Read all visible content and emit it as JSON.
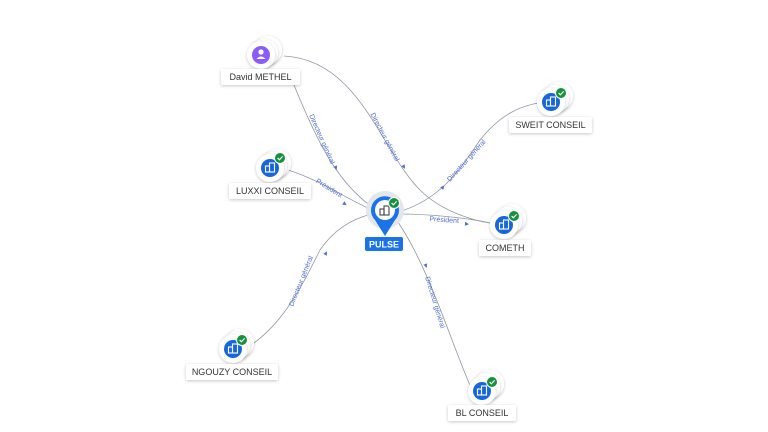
{
  "colors": {
    "edge": "#8f96a6",
    "edge_label": "#4f6ed1",
    "company_blue": "#1767d8",
    "person_purple": "#8b5cf6",
    "check_green": "#17923c",
    "center_blue": "#1a73e8"
  },
  "center": {
    "label": "PULSE",
    "icon": "building-icon",
    "badge": "check-icon"
  },
  "nodes": [
    {
      "id": "david",
      "label": "David METHEL",
      "kind": "person",
      "icon": "person-icon"
    },
    {
      "id": "luxxi",
      "label": "LUXXI CONSEIL",
      "kind": "company",
      "icon": "building-icon",
      "badge": "check-icon"
    },
    {
      "id": "ngouzy",
      "label": "NGOUZY CONSEIL",
      "kind": "company",
      "icon": "building-icon",
      "badge": "check-icon"
    },
    {
      "id": "sweit",
      "label": "SWEIT CONSEIL",
      "kind": "company",
      "icon": "building-icon",
      "badge": "check-icon"
    },
    {
      "id": "cometh",
      "label": "COMETH",
      "kind": "company",
      "icon": "building-icon",
      "badge": "check-icon"
    },
    {
      "id": "bl",
      "label": "BL CONSEIL",
      "kind": "company",
      "icon": "building-icon",
      "badge": "check-icon"
    }
  ],
  "edges": [
    {
      "from": "david",
      "to": "pulse",
      "label": "Directeur général"
    },
    {
      "from": "david",
      "to": "cometh",
      "label": "Directeur général"
    },
    {
      "from": "luxxi",
      "to": "pulse",
      "label": "Président"
    },
    {
      "from": "ngouzy",
      "to": "pulse",
      "label": "Directeur général"
    },
    {
      "from": "pulse",
      "to": "sweit",
      "label": "Directeur général"
    },
    {
      "from": "pulse",
      "to": "cometh",
      "label": "Président"
    },
    {
      "from": "pulse",
      "to": "bl",
      "label": "Directeur général"
    }
  ]
}
